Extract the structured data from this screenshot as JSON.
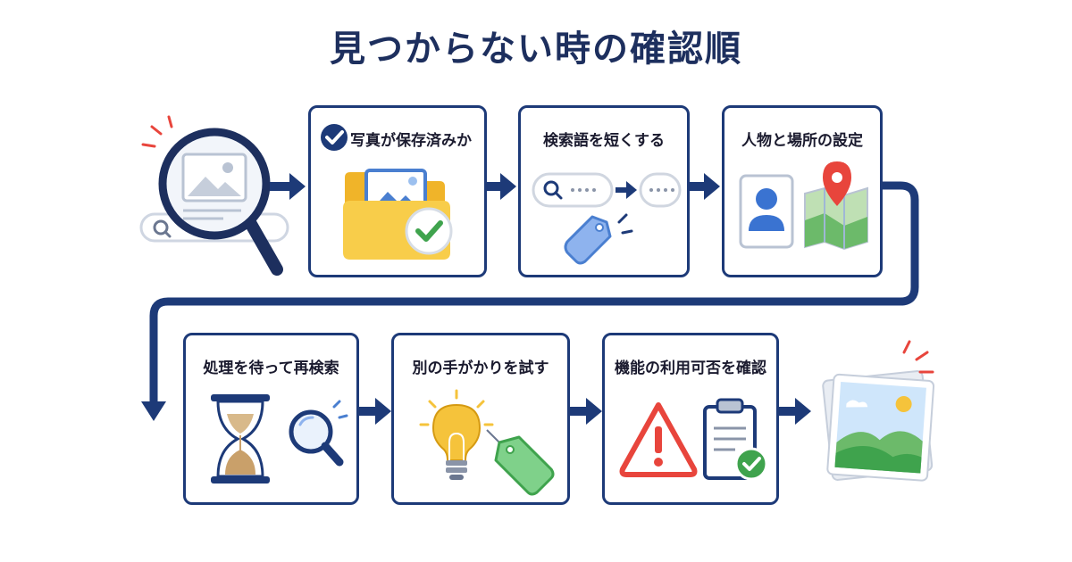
{
  "title": "見つからない時の確認順",
  "steps": [
    {
      "label": "写真が保存済みか",
      "icons": [
        "check-circle-icon",
        "folder-icon",
        "photo-icon",
        "check-badge-icon"
      ]
    },
    {
      "label": "検索語を短くする",
      "icons": [
        "search-bar-icon",
        "arrow-right-icon",
        "tag-icon"
      ]
    },
    {
      "label": "人物と場所の設定",
      "icons": [
        "person-card-icon",
        "map-pin-icon"
      ]
    },
    {
      "label": "処理を待って再検索",
      "icons": [
        "hourglass-icon",
        "magnifier-icon"
      ]
    },
    {
      "label": "別の手がかりを試す",
      "icons": [
        "lightbulb-icon",
        "tag-icon"
      ]
    },
    {
      "label": "機能の利用可否を確認",
      "icons": [
        "warning-icon",
        "clipboard-check-icon"
      ]
    }
  ],
  "start_icon": "magnifier-search-icon",
  "end_icon": "photo-stack-icon",
  "colors": {
    "navy": "#1d3a78",
    "title": "#1d2f5e",
    "accent_red": "#e8453c",
    "green": "#3fa34d",
    "blue": "#4a7fd0",
    "yellow": "#f5c33b"
  }
}
